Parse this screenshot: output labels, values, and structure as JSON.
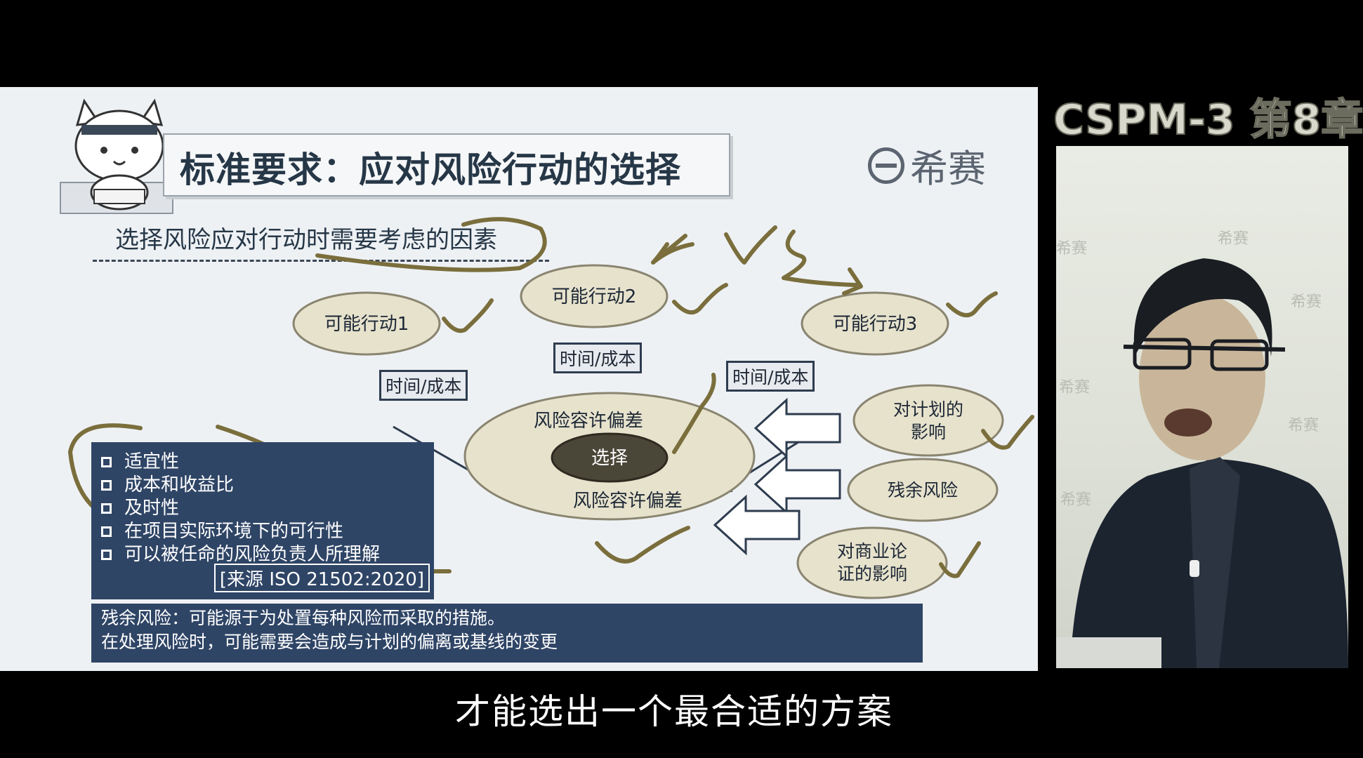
{
  "slide": {
    "title": "标准要求：应对风险行动的选择",
    "brand": "希赛",
    "subtitle": "选择风险应对行动时需要考虑的因素",
    "actions": [
      "可能行动1",
      "可能行动2",
      "可能行动3"
    ],
    "time_cost_label": "时间/成本",
    "tolerance_top": "风险容许偏差",
    "tolerance_bottom": "风险容许偏差",
    "choose_label": "选择",
    "impacts": {
      "plan": [
        "对计划的",
        "影响"
      ],
      "residual": "残余风险",
      "business": [
        "对商业论",
        "证的影响"
      ]
    },
    "factors": [
      "适宜性",
      "成本和收益比",
      "及时性",
      "在项目实际环境下的可行性",
      "可以被任命的风险负责人所理解"
    ],
    "factors_source": "[来源 ISO 21502:2020]",
    "residual_note": [
      "残余风险：可能源于为处置每种风险而采取的措施。",
      "在处理风险时，可能需要会造成与计划的偏离或基线的变更"
    ]
  },
  "chapter_title": "CSPM-3 第8章",
  "caption": "才能选出一个最合适的方案",
  "presenter": {
    "watermark": "希赛"
  },
  "colors": {
    "slide_bg": "#eef1f4",
    "navy_box": "#2f4566",
    "ellipse_fill": "#e6e2cc",
    "choose_fill": "#4a4638",
    "annotation": "#7a6e3c"
  }
}
